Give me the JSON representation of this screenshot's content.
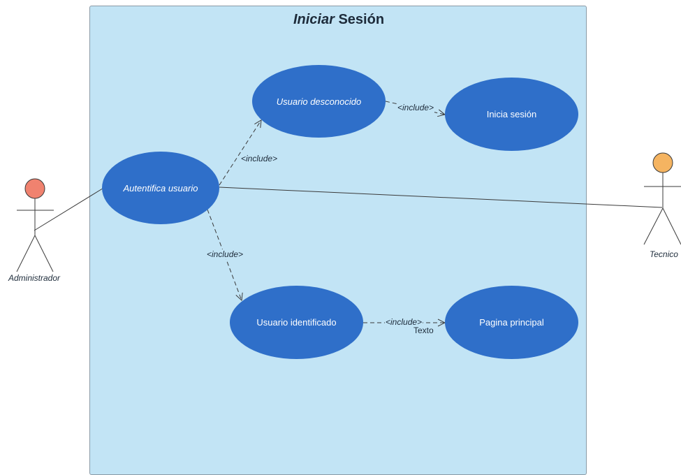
{
  "system": {
    "title_italic": "Iniciar",
    "title_bold": "Sesión",
    "fill_color": "#c2e4f5"
  },
  "use_cases": {
    "autentifica": "Autentifica usuario",
    "desconocido": "Usuario desconocido",
    "inicia": "Inicia sesión",
    "identificado": "Usuario identificado",
    "pagina": "Pagina principal"
  },
  "relations": {
    "include_1": "<include>",
    "include_2": "<include>",
    "include_3": "<include>",
    "include_4": "<include>",
    "note": "Texto"
  },
  "actors": {
    "admin": {
      "name": "Administrador",
      "color": "#f0826f"
    },
    "tecnico": {
      "name": "Tecnico",
      "color": "#f5b461"
    }
  },
  "use_case_color": "#2f6fc9"
}
